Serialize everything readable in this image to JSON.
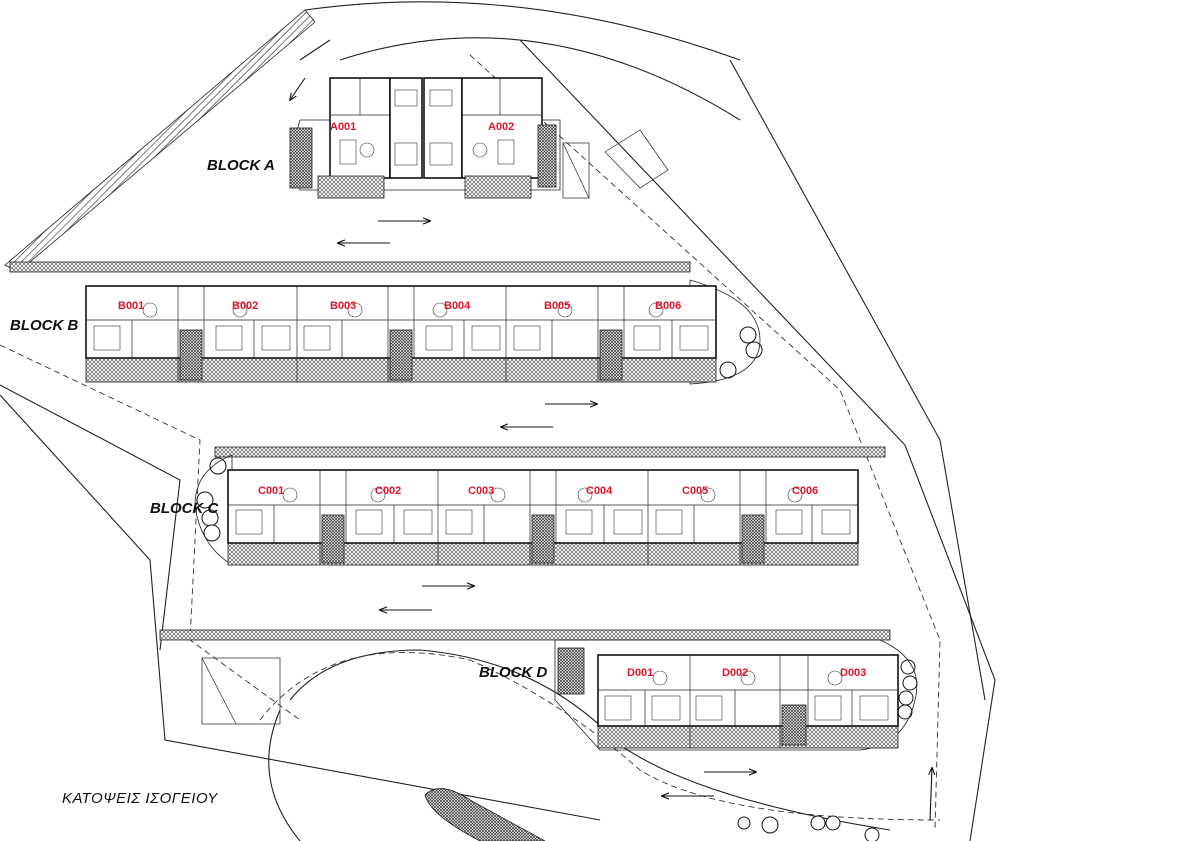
{
  "drawing": {
    "caption": "ΚΑΤΟΨΕΙΣ ΙΣΟΓΕΙΟΥ",
    "accent_color": "#e0152b",
    "line_color": "#111111"
  },
  "blocks": [
    {
      "id": "A",
      "label": "BLOCK A",
      "units": [
        "A001",
        "A002"
      ]
    },
    {
      "id": "B",
      "label": "BLOCK B",
      "units": [
        "B001",
        "B002",
        "B003",
        "B004",
        "B005",
        "B006"
      ]
    },
    {
      "id": "C",
      "label": "BLOCK C",
      "units": [
        "C001",
        "C002",
        "C003",
        "C004",
        "C005",
        "C006"
      ]
    },
    {
      "id": "D",
      "label": "BLOCK D",
      "units": [
        "D001",
        "D002",
        "D003"
      ]
    }
  ]
}
